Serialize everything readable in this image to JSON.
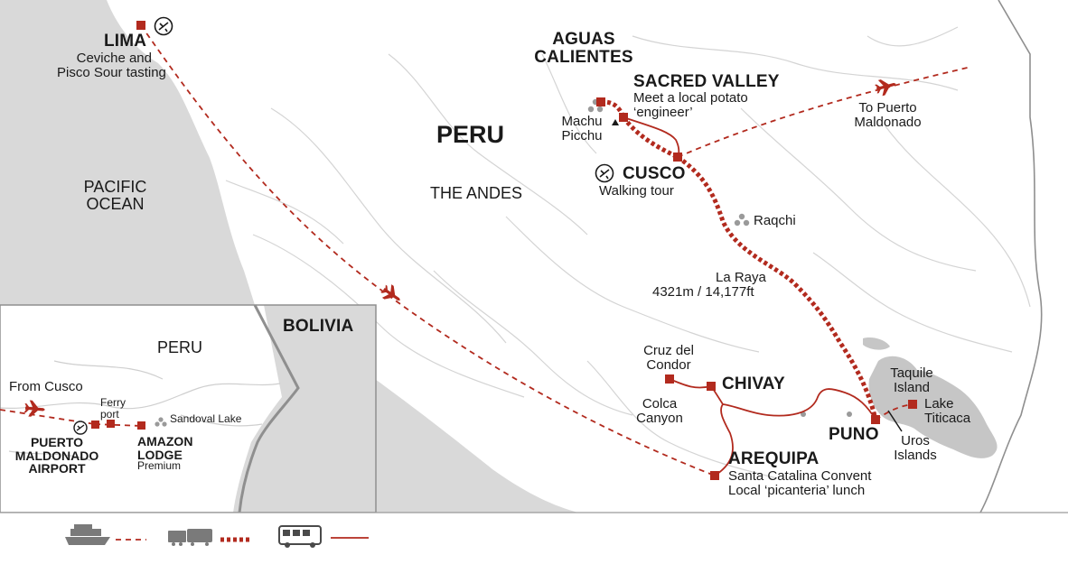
{
  "map": {
    "country": "PERU",
    "region": "THE ANDES",
    "ocean": [
      "PACIFIC",
      "OCEAN"
    ]
  },
  "stops": {
    "lima": {
      "name": "LIMA",
      "desc": [
        "Ceviche and",
        "Pisco Sour tasting"
      ]
    },
    "aguas": {
      "name": [
        "AGUAS",
        "CALIENTES"
      ]
    },
    "sacred": {
      "name": "SACRED VALLEY",
      "desc": [
        "Meet a local potato",
        "‘engineer’"
      ]
    },
    "machu": {
      "name": [
        "Machu",
        "Picchu"
      ]
    },
    "cusco": {
      "name": "CUSCO",
      "desc": "Walking tour"
    },
    "maldonado": {
      "name": [
        "To  Puerto",
        "Maldonado"
      ]
    },
    "raqchi": {
      "name": "Raqchi"
    },
    "laraya": {
      "name": [
        "La Raya",
        "4321m / 14,177ft"
      ]
    },
    "cruz": {
      "name": [
        "Cruz del",
        "Condor"
      ]
    },
    "chivay": {
      "name": "CHIVAY"
    },
    "colca": {
      "name": [
        "Colca",
        "Canyon"
      ]
    },
    "arequipa": {
      "name": "AREQUIPA",
      "desc": [
        "Santa Catalina Convent",
        "Local ‘picanteria’ lunch"
      ]
    },
    "puno": {
      "name": "PUNO"
    },
    "taquile": {
      "name": [
        "Taquile",
        "Island"
      ]
    },
    "titicaca": {
      "name": [
        "Lake",
        "Titicaca"
      ]
    },
    "uros": {
      "name": [
        "Uros",
        "Islands"
      ]
    }
  },
  "inset": {
    "country": "PERU",
    "neighbor": "BOLIVIA",
    "from": "From Cusco",
    "ferry": [
      "Ferry",
      "port"
    ],
    "sandoval": "Sandoval Lake",
    "airport": [
      "PUERTO",
      "MALDONADO",
      "AIRPORT"
    ],
    "lodge": [
      "AMAZON",
      "LODGE"
    ],
    "lodge_sub": "Premium"
  },
  "legend": [
    {
      "mode": "boat-plane",
      "icon": "ferry-icon",
      "line": "dashed"
    },
    {
      "mode": "train",
      "icon": "train-icon",
      "line": "dotted-thick"
    },
    {
      "mode": "bus",
      "icon": "bus-icon",
      "line": "solid"
    }
  ],
  "colors": {
    "route": "#b22a1e",
    "land": "#ffffff",
    "sea": "#d9d9d9",
    "border": "#8f8f8f",
    "river": "#d5d5d5",
    "lake": "#c8c8c8",
    "text": "#1a1a1a"
  }
}
